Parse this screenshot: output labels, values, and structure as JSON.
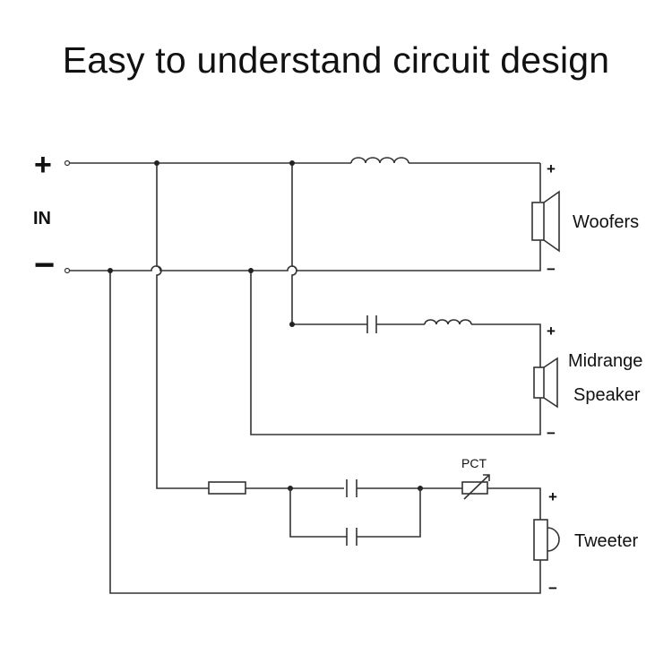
{
  "title": "Easy to understand circuit design",
  "input": {
    "plus": "+",
    "minus": "−",
    "label": "IN"
  },
  "speakers": {
    "woofer": {
      "label": "Woofers",
      "plus": "+",
      "minus": "−"
    },
    "midrange": {
      "label_line1": "Midrange",
      "label_line2": "Speaker",
      "plus": "+",
      "minus": "−"
    },
    "tweeter": {
      "label": "Tweeter",
      "plus": "+",
      "minus": "−"
    }
  },
  "components": {
    "ptc_label": "PCT"
  }
}
